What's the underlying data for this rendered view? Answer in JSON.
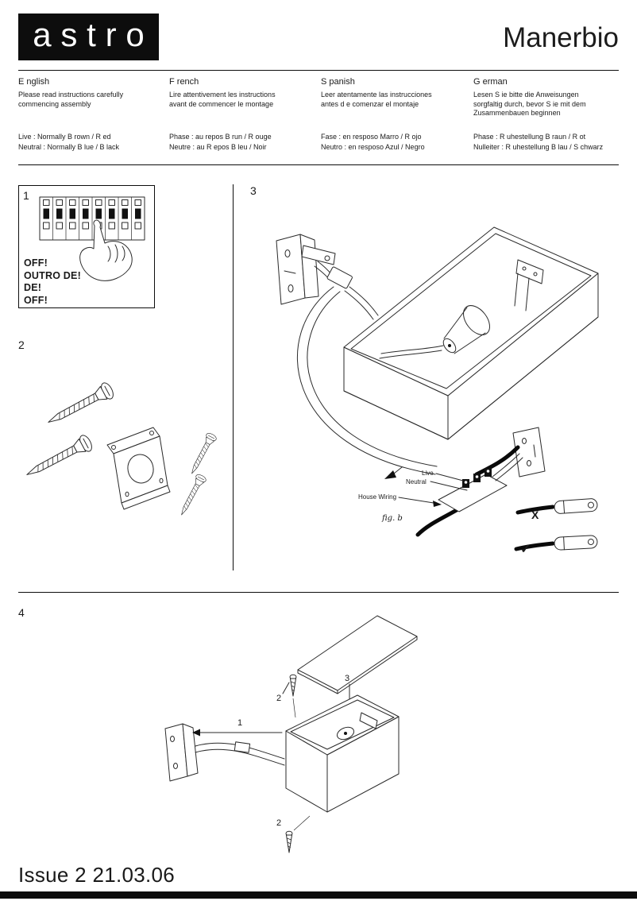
{
  "colors": {
    "brand_black": "#0d0d0d"
  },
  "header": {
    "logo_text": "astro",
    "product_title": "Manerbio"
  },
  "languages": [
    {
      "name": "E nglish",
      "intro_lines": [
        "Please read instructions carefully",
        "commencing assembly"
      ],
      "wiring_line_1": "Live : Normally B rown / R ed",
      "wiring_line_2": "Neutral : Normally B lue / B lack"
    },
    {
      "name": "F rench",
      "intro_lines": [
        "Lire attentivement les instructions",
        "avant de commencer le montage"
      ],
      "wiring_line_1": "Phase : au repos B run / R ouge",
      "wiring_line_2": "Neutre : au R epos B leu / Noir"
    },
    {
      "name": "S panish",
      "intro_lines": [
        "Leer atentamente las instrucciones",
        "antes d e comenzar el montaje"
      ],
      "wiring_line_1": "Fase : en resposo Marro / R ojo",
      "wiring_line_2": "Neutro : en resposo Azul / Negro"
    },
    {
      "name": "G erman",
      "intro_lines": [
        "Lesen S ie bitte die Anweisungen",
        "sorgfaltig durch, bevor S ie mit dem",
        "Zusammenbauen beginnen"
      ],
      "wiring_line_1": "Phase : R uhestellung B raun / R ot",
      "wiring_line_2": "Nulleiter : R uhestellung B lau / S chwarz"
    }
  ],
  "steps": {
    "one": {
      "number": "1",
      "warning_line_1": "OFF!",
      "warning_line_2": "OUTRO DE!",
      "warning_line_3": "DE!",
      "warning_line_4": "OFF!"
    },
    "two": {
      "number": "2"
    },
    "three": {
      "number": "3",
      "label_live": "Live",
      "label_neutral": "Neutral",
      "label_house_wiring": "House Wiring",
      "figure_caption": "fig. b",
      "wrong_mark": "X",
      "right_mark": "✓"
    },
    "four": {
      "number": "4",
      "callout_bracket": "1",
      "callout_screw_top": "2",
      "callout_cover": "3",
      "callout_screw_bottom": "2"
    }
  },
  "footer": {
    "issue_text": "Issue 2 21.03.06"
  }
}
